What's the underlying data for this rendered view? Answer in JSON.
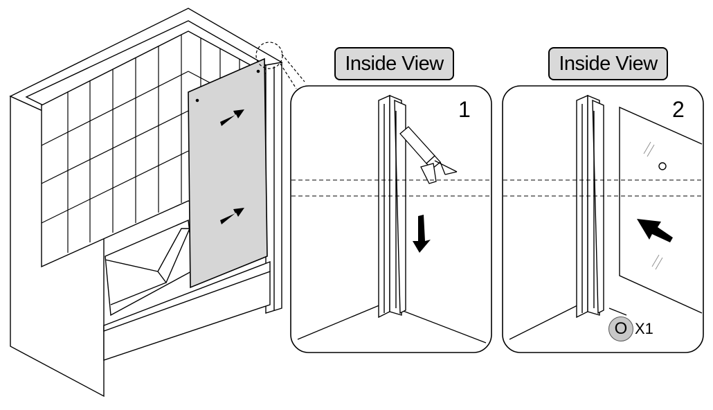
{
  "panels": [
    {
      "view_label": "Inside View",
      "step": "1"
    },
    {
      "view_label": "Inside View",
      "step": "2"
    }
  ],
  "part_callout": {
    "symbol": "O",
    "quantity": "X1"
  },
  "colors": {
    "line": "#000000",
    "glass": "#d6d6d6",
    "label_fill": "#d9d9d9",
    "part_fill": "#c8c8c8"
  }
}
